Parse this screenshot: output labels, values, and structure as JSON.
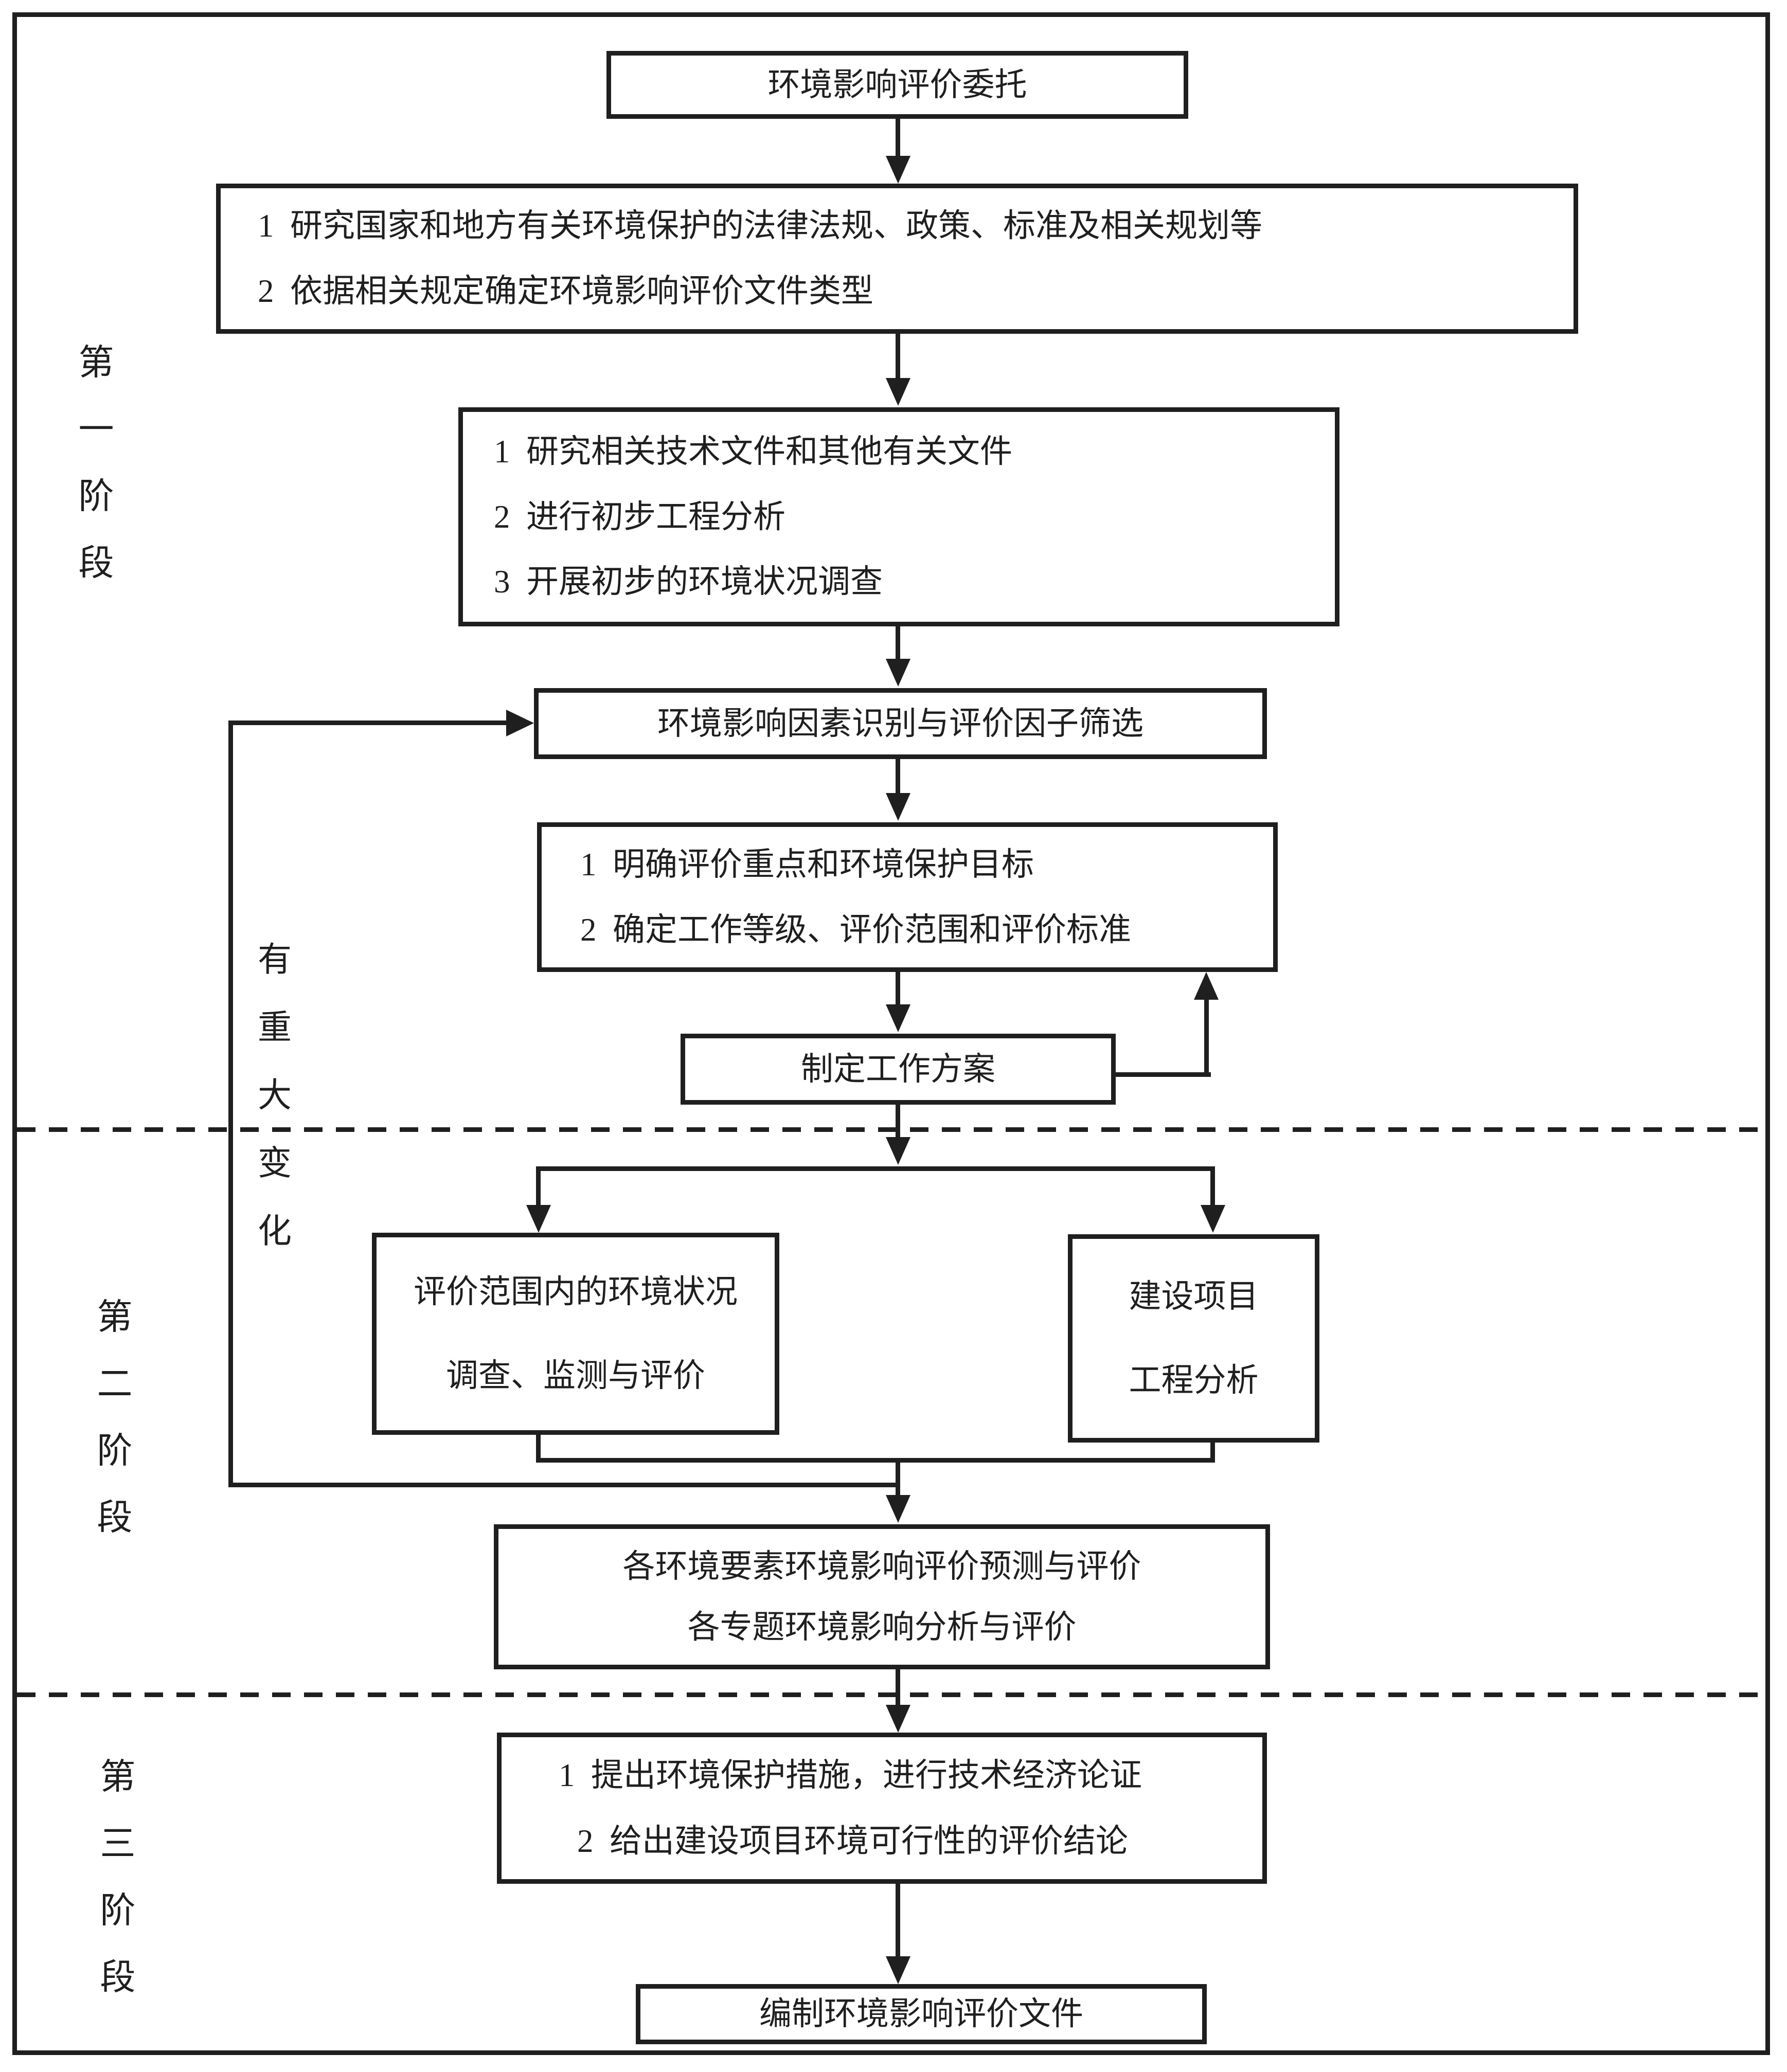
{
  "colors": {
    "ink": "#1f1f1f",
    "background": "#ffffff"
  },
  "stages": [
    {
      "label": "第一阶段"
    },
    {
      "label": "第二阶段"
    },
    {
      "label": "第三阶段"
    }
  ],
  "feedback_label": "有重大变化",
  "boxes": {
    "commission": {
      "text": "环境影响评价委托"
    },
    "laws": {
      "lines": [
        "1  研究国家和地方有关环境保护的法律法规、政策、标准及相关规划等",
        "2  依据相关规定确定环境影响评价文件类型"
      ]
    },
    "research": {
      "lines": [
        "1  研究相关技术文件和其他有关文件",
        "2  进行初步工程分析",
        "3  开展初步的环境状况调查"
      ]
    },
    "screening": {
      "text": "环境影响因素识别与评价因子筛选"
    },
    "focus": {
      "lines": [
        "1  明确评价重点和环境保护目标",
        "2  确定工作等级、评价范围和评价标准"
      ]
    },
    "plan": {
      "text": "制定工作方案"
    },
    "survey": {
      "lines": [
        "评价范围内的环境状况",
        "调查、监测与评价"
      ]
    },
    "project": {
      "lines": [
        "建设项目",
        "工程分析"
      ]
    },
    "predict": {
      "lines": [
        "各环境要素环境影响评价预测与评价",
        "各专题环境影响分析与评价"
      ]
    },
    "measures": {
      "lines": [
        "1  提出环境保护措施，进行技术经济论证",
        "2  给出建设项目环境可行性的评价结论"
      ]
    },
    "compile": {
      "text": "编制环境影响评价文件"
    }
  }
}
